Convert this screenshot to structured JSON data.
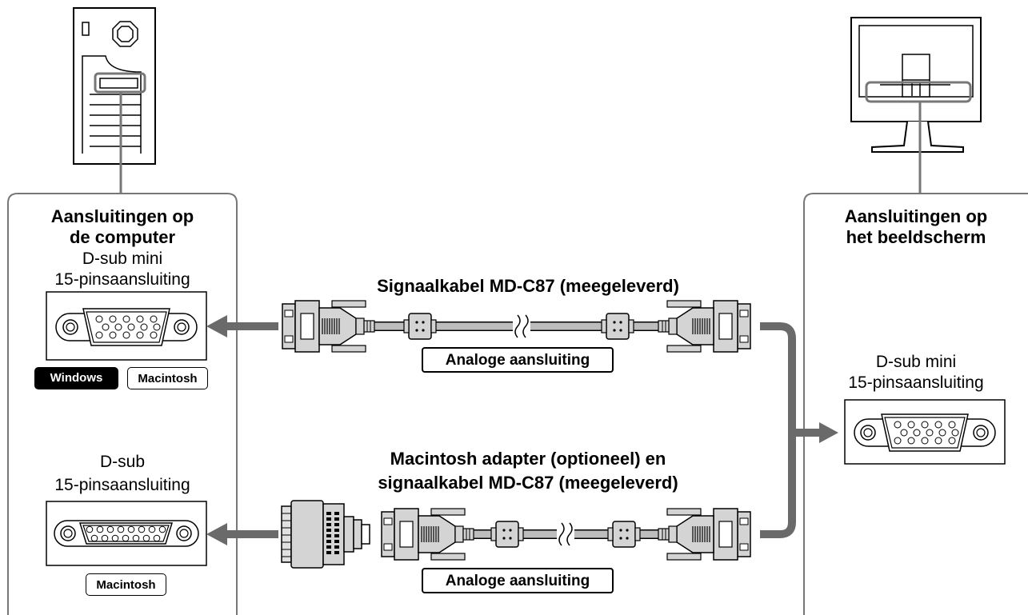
{
  "left_panel": {
    "title": "Aansluitingen op de computer",
    "title_line1": "Aansluitingen op",
    "title_line2": "de computer",
    "port1_line1": "D-sub mini",
    "port1_line2": "15-pinsaansluiting",
    "badge_windows": "Windows",
    "badge_macintosh": "Macintosh",
    "port2_line1": "D-sub",
    "port2_line2": "15-pinsaansluiting",
    "badge_macintosh_2": "Macintosh"
  },
  "right_panel": {
    "title_line1": "Aansluitingen op",
    "title_line2": "het beeldscherm",
    "port_line1": "D-sub mini",
    "port_line2": "15-pinsaansluiting"
  },
  "cable_top": {
    "title": "Signaalkabel MD-C87 (meegeleverd)",
    "tag": "Analoge aansluiting"
  },
  "cable_bottom": {
    "title_line1": "Macintosh adapter (optioneel) en",
    "title_line2": "signaalkabel MD-C87 (meegeleverd)",
    "tag": "Analoge aansluiting"
  },
  "colors": {
    "line": "#000000",
    "panel_border": "#777777",
    "arrow": "#6a6a6a",
    "cable": "#bdbdbd",
    "connector": "#d4d4d4"
  }
}
